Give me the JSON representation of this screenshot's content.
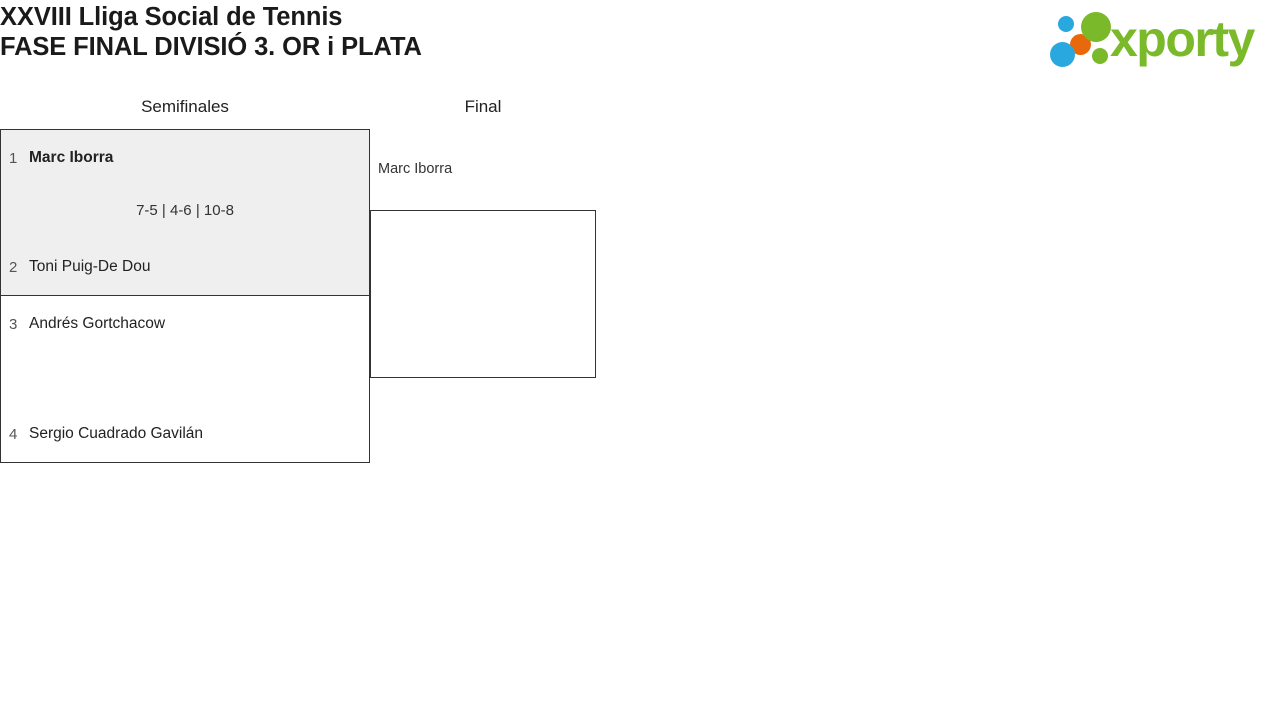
{
  "header": {
    "title_line1": "XXVIII Lliga Social de Tennis",
    "title_line2": "FASE FINAL DIVISIÓ 3. OR i PLATA"
  },
  "logo": {
    "wordmark": "xporty",
    "colors": {
      "green": "#7ab929",
      "blue": "#29a8e0",
      "orange": "#e8690c"
    },
    "dots": [
      {
        "name": "dot-blue-small",
        "color": "#29a8e0"
      },
      {
        "name": "dot-orange",
        "color": "#e8690c"
      },
      {
        "name": "dot-blue-large",
        "color": "#29a8e0"
      },
      {
        "name": "dot-green-large",
        "color": "#7ab929"
      },
      {
        "name": "dot-green-small",
        "color": "#7ab929"
      }
    ]
  },
  "bracket": {
    "rounds": [
      {
        "label": "Semifinales"
      },
      {
        "label": "Final"
      }
    ],
    "matches": {
      "sf1": {
        "highlighted": true,
        "player_top": {
          "seed": "1",
          "name": "Marc Iborra",
          "winner": true
        },
        "player_bottom": {
          "seed": "2",
          "name": "Toni Puig-De Dou",
          "winner": false
        },
        "score": "7-5 | 4-6 | 10-8"
      },
      "sf2": {
        "highlighted": false,
        "player_top": {
          "seed": "3",
          "name": "Andrés Gortchacow",
          "winner": false
        },
        "player_bottom": {
          "seed": "4",
          "name": "Sergio Cuadrado Gavilán",
          "winner": false
        },
        "score": ""
      },
      "final": {
        "highlighted": false,
        "player_top": {
          "seed": "",
          "name": "",
          "winner": false
        },
        "player_bottom": {
          "seed": "",
          "name": "",
          "winner": false
        },
        "score": ""
      }
    },
    "final_slot_label": "Marc Iborra"
  }
}
